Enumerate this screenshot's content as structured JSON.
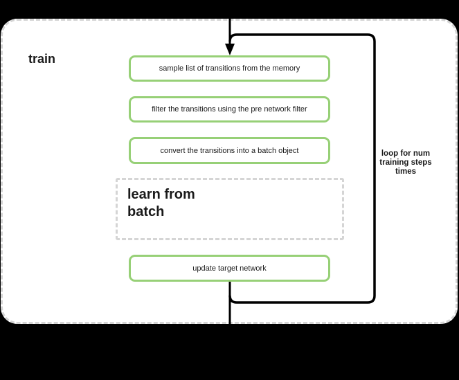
{
  "diagram": {
    "title": "train",
    "steps": [
      "sample list of transitions from the memory",
      "filter the transitions using the pre network filter",
      "convert the transitions into a batch object"
    ],
    "group_label": "learn from\nbatch",
    "final_step": "update target network",
    "loop_label": "loop for num\ntraining steps\ntimes",
    "colors": {
      "surface": "#ffffff",
      "canvas_background": "#000000",
      "step_border": "#97d077",
      "dashed_border": "#d5d5d5",
      "flow_line": "#000000",
      "text": "#1a1a1a"
    }
  }
}
